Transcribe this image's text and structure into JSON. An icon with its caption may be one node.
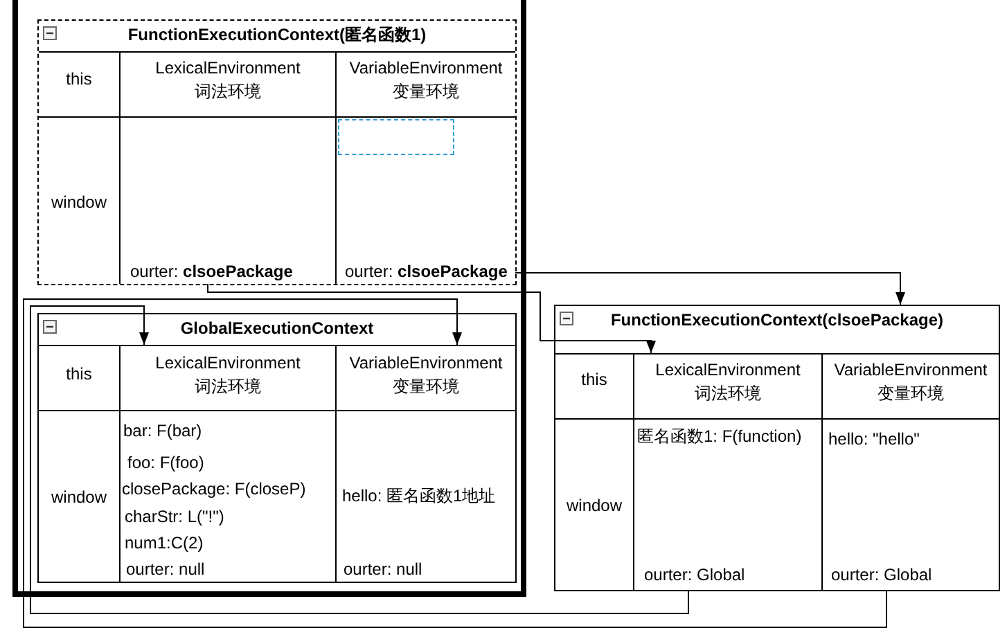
{
  "diagram": {
    "nodes": [
      {
        "text": [],
        "shape": "box"
      },
      {
        "text": [
          "FunctionExecutionContext(匿名函数1)"
        ],
        "in": 0
      },
      {
        "text": [
          "this"
        ],
        "in": 1
      },
      {
        "text": [
          "LexicalEnvironment",
          "词法环境"
        ],
        "in": 1
      },
      {
        "text": [
          "VariableEnvironment",
          "变量环境"
        ],
        "in": 1
      },
      {
        "text": [
          "window"
        ],
        "in": 1
      },
      {
        "text": [
          "ourter: **clsoePackage**"
        ],
        "in": 1
      },
      {
        "text": [
          "ourter: **clsoePackage**"
        ],
        "in": 1
      },
      {
        "text": [],
        "shape": "box",
        "in": 7
      },
      {
        "text": [
          "GlobalExecutionContext"
        ],
        "in": 0
      },
      {
        "text": [
          "this"
        ],
        "in": 9
      },
      {
        "text": [
          "LexicalEnvironment",
          "词法环境"
        ],
        "in": 9
      },
      {
        "text": [
          "VariableEnvironment",
          "变量环境"
        ],
        "in": 9
      },
      {
        "text": [
          "window"
        ],
        "in": 9
      },
      {
        "text": [
          "bar: F(bar)",
          "foo: F(foo)",
          "closePackage: F(closeP)",
          "charStr: L(\"!\")",
          "num1:C(2)",
          "ourter: null"
        ],
        "in": 9
      },
      {
        "text": [
          "hello: 匿名函数1地址",
          "ourter: null"
        ],
        "in": 9
      },
      {
        "text": [
          "FunctionExecutionContext(clsoePackage)"
        ]
      },
      {
        "text": [
          "this"
        ],
        "in": 16
      },
      {
        "text": [
          "LexicalEnvironment",
          "词法环境"
        ],
        "in": 16
      },
      {
        "text": [
          "VariableEnvironment",
          "变量环境"
        ],
        "in": 16
      },
      {
        "text": [
          "window"
        ],
        "in": 16
      },
      {
        "text": [
          "匿名函数1: F(function)",
          "ourter: Global"
        ],
        "in": 16
      },
      {
        "text": [
          "hello: \"hello\"",
          "ourter: Global"
        ],
        "in": 16
      }
    ],
    "edges": [
      {
        "from": 7,
        "to": 16,
        "arrow": "to"
      },
      {
        "from": 6,
        "to": 18,
        "arrow": "to"
      },
      {
        "from": 21,
        "to": 11,
        "arrow": "to"
      },
      {
        "from": 22,
        "to": 12,
        "arrow": "to"
      }
    ]
  }
}
